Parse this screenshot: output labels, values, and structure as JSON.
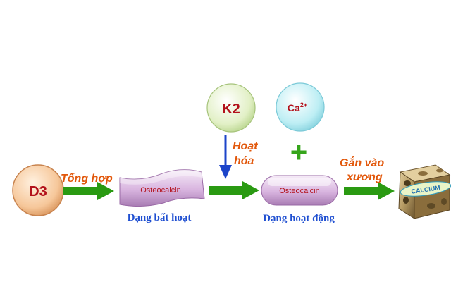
{
  "nodes": {
    "d3": "D3",
    "k2": "K2",
    "ca": "Ca",
    "ca_charge": "2+",
    "inactive_protein": "Osteocalcin",
    "active_protein": "Osteocalcin",
    "bone_logo": "CALCIUM"
  },
  "labels": {
    "synthesis": "Tổng hợp",
    "activation_line1": "Hoạt",
    "activation_line2": "hóa",
    "bind_line1": "Gắn vào",
    "bind_line2": "xương",
    "inactive_form": "Dạng bất hoạt",
    "active_form": "Dạng hoạt động",
    "plus": "+"
  },
  "colors": {
    "arrow_green": "#2a9a12",
    "arrow_blue": "#1c44c9",
    "label_orange": "#e2580c",
    "label_blue": "#1f4fd1",
    "node_text_red": "#b3121c",
    "d3_fill": "#f6c79a",
    "k2_fill": "#e2f0c6",
    "ca_fill": "#bdeef4",
    "protein_fill": "#d8b4df",
    "bone_fill": "#b59a63"
  }
}
